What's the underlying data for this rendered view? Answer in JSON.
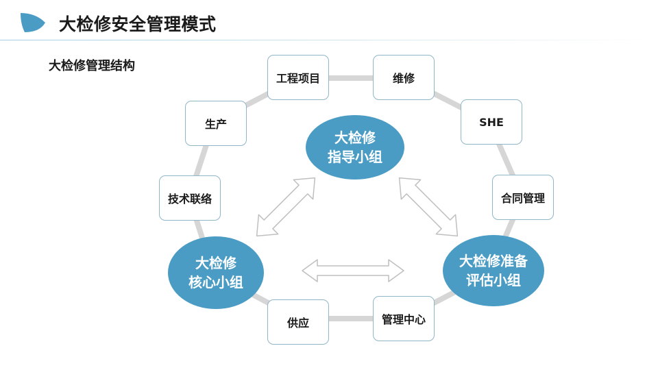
{
  "page": {
    "title": "大检修安全管理模式",
    "section_title": "大检修管理结构",
    "colors": {
      "accent": "#4a9cc4",
      "group_fill": "#4a9cc4",
      "node_border": "#8fb6c7",
      "ring": "#d6d6d6",
      "arrow_stroke": "#bfbfbf"
    }
  },
  "diagram": {
    "groups": {
      "guidance": {
        "line1": "大检修",
        "line2": "指导小组"
      },
      "core": {
        "line1": "大检修",
        "line2": "核心小组"
      },
      "assessment": {
        "line1": "大检修准备",
        "line2": "评估小组"
      }
    },
    "nodes": {
      "engineering": "工程项目",
      "maintenance": "维修",
      "she": "SHE",
      "contract": "合同管理",
      "management_center": "管理中心",
      "supply": "供应",
      "tech_liaison": "技术联络",
      "production": "生产"
    }
  }
}
